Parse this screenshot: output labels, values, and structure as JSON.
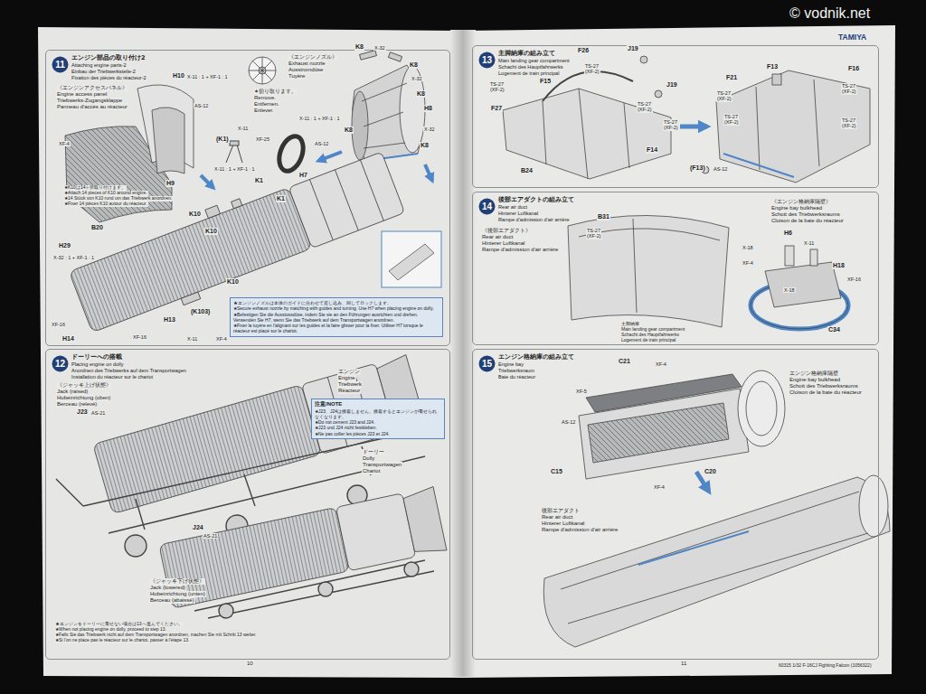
{
  "diagram": {
    "nodes": [
      {
        "text": [
          "エンジン部品の取り付け2",
          "Attaching engine parts-2",
          "Einbau der Triebwerksteile-2",
          "Fixation des pièces du réacteur-2"
        ]
      },
      {
        "text": [
          "11"
        ],
        "in": 0
      },
      {
        "text": [
          "★エンジンノズルは本体のガイドに合わせて差し込み、回してロックします。",
          "★Secure exhaust nozzle by matching with guides and turning. Use H7 when placing engine on dolly.",
          "★Befestigen Sie die Ausstossdüse, indem Sie sie an den Führungen ausrichten und drehen. Verwenden Sie H7, wenn Sie das Triebwerk auf dem Transportwagen anordnen.",
          "★Fixer la tuyère en l'alignant sur les guides et la faire glisser pour la fixer. Utiliser H7 lorsque le réacteur est placé sur le chariot."
        ],
        "in": 0
      },
      {
        "text": [
          "ドーリーへの搭載",
          "Placing engine on dolly",
          "Anordnen des Triebwerks auf dem Transportwagen",
          "Installation du réacteur sur le chariot"
        ]
      },
      {
        "text": [
          "12"
        ],
        "in": 3
      },
      {
        "text": [
          "注意/NOTE",
          "★J23、J24は接着しません。接着するとエンジンが乗せられなくなります。",
          "★Do not cement J23 and J24.",
          "★J23 und J24 nicht festkleben.",
          "★Ne pas coller les pièces J23 et J24."
        ],
        "in": 3
      },
      {
        "text": [
          "主脚納庫の組み立て",
          "Main landing gear compartment",
          "Schacht des Hauptfahrwerks",
          "Logement de train principal"
        ]
      },
      {
        "text": [
          "13"
        ],
        "in": 6
      },
      {
        "text": [
          "後部エアダクトの組み立て",
          "Rear air duct",
          "Hinterer Luftkanal",
          "Rampe d'admission d'air arrière"
        ]
      },
      {
        "text": [
          "14"
        ],
        "in": 8
      },
      {
        "text": [
          "エンジン格納庫の組み立て",
          "Engine bay",
          "Triebwerksraum",
          "Baie du réacteur"
        ]
      },
      {
        "text": [
          "15"
        ],
        "in": 10
      }
    ],
    "labels": [
      "© vodnik.net",
      "TAMIYA",
      "《エンジンアクセスパネル》",
      "Engine access panel",
      "Triebwerks-Zugangsklappe",
      "Panneau d'accès au réacteur",
      "H10",
      "X-11 : 1 + XF-1 : 1",
      "AS-12",
      "XF-4",
      "H9",
      "B20",
      "✶切り取ります。",
      "Remove.",
      "Entfernen.",
      "Enlever.",
      "《エンジンノズル》",
      "Exhaust nozzle",
      "Ausstromdüse",
      "Tuyère",
      "K8",
      "X-32",
      "K8",
      "X-32",
      "K8",
      "H8",
      "X-11 : 1 + XF-1 : 1",
      "K8",
      "X-32",
      "K8",
      "(K1)",
      "X-11",
      "XF-25",
      "X-11 : 1 + XF-1 : 1",
      "AS-12",
      "H7",
      "K1",
      "K1",
      "★K10は14ヶ所取り付けます。",
      "★Attach 14 pieces of K10 around engine.",
      "★14 Stück von K10 rund um das Triebwerk anordnen.",
      "★Fixer 14 pièces K10 autour du réacteur.",
      "K10",
      "K10",
      "K10",
      "H29",
      "X-32 : 1 + XF-1 : 1",
      "XF-16",
      "H14",
      "H13",
      "XF-16",
      "(K103)",
      "X-11",
      "XF-4",
      "《ジャッキ上げ状態》",
      "Jack (raised)",
      "Hubeinrichtung (oben)",
      "Berceau (relevé)",
      "J23",
      "AS-21",
      "エンジン",
      "Engine",
      "Triebwerk",
      "Réacteur",
      "ドーリー",
      "Dolly",
      "Transportwagen",
      "Chariot",
      "J24",
      "AS-21",
      "《ジャッキ下げ状態》",
      "Jack (lowered)",
      "Hubeinrichtung (unten)",
      "Berceau (abaissé)",
      "★エンジンをドーリーに乗せない場合は13へ進んでください。",
      "★When not placing engine on dolly, proceed to step 13.",
      "★Falls Sie das Triebwerk nicht auf dem Transportwagen anordnen, machen Sie mit Schritt 13 weiter.",
      "★Si l'on ne place pas le réacteur sur le chariot, passer à l'étape 13.",
      "10",
      "TS-27",
      "(XF-2)",
      "TS-27",
      "(XF-2)",
      "TS-27",
      "(XF-2)",
      "TS-27",
      "(XF-2)",
      "F26",
      "J19",
      "J19",
      "F15",
      "F27",
      "F14",
      "B24",
      "(F13)",
      "AS-12",
      "TS-27",
      "(XF-2)",
      "TS-27",
      "(XF-2)",
      "F21",
      "F13",
      "F16",
      "TS-27",
      "(XF-2)",
      "TS-27",
      "(XF-2)",
      "《後部エアダクト》",
      "Rear air duct",
      "Hinterer Luftkanal",
      "Rampe d'admission d'air arrière",
      "B31",
      "TS-27",
      "(XF-2)",
      "主脚納庫",
      "Main landing gear compartment",
      "Schacht des Hauptfahrwerks",
      "Logement de train principal",
      "《エンジン格納庫隔壁》",
      "Engine bay bulkhead",
      "Schott des Triebwerksraums",
      "Cloison de la baie du réacteur",
      "H6",
      "X-11",
      "X-18",
      "XF-4",
      "H18",
      "X-18",
      "XF-16",
      "C34",
      "C21",
      "XF-4",
      "XF-5",
      "AS-12",
      "C15",
      "C20",
      "XF-4",
      "エンジン格納庫隔壁",
      "Engine bay bulkhead",
      "Schott des Triebwerksraums",
      "Cloison de la baie du réacteur",
      "後部エアダクト",
      "Rear air duct",
      "Hinterer Luftkanal",
      "Rampe d'admission d'air arrière",
      "11",
      "60315 1/32 F-16CJ Fighting Falcon (1056322)"
    ]
  }
}
